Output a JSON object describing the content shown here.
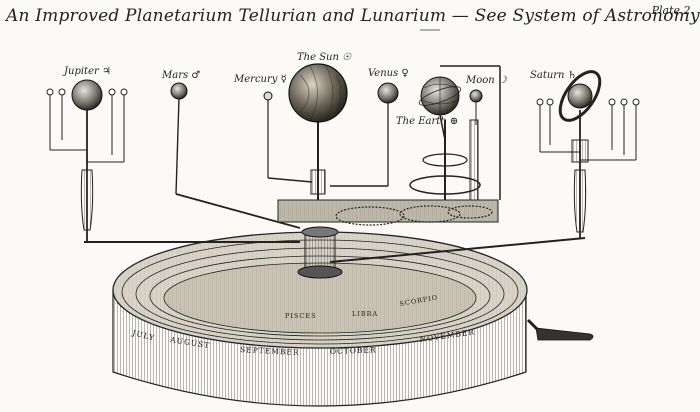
{
  "title": "An Improved Planetarium Tellurian and Lunarium — See System of Astronomy",
  "plate": "Plate 2.",
  "labels": {
    "jupiter": "Jupiter ♃",
    "mars": "Mars ♂",
    "mercury": "Mercury ☿",
    "sun": "The Sun ☉",
    "venus": "Venus ♀",
    "moon": "Moon ☽",
    "earth": "The Earth ⊕",
    "saturn": "Saturn ♄"
  },
  "dial": {
    "months": [
      "JULY",
      "AUGUST",
      "SEPTEMBER",
      "OCTOBER",
      "NOVEMBER"
    ],
    "zodiac_fragments": [
      "PISCES",
      "LIBRA",
      "SCORPIO"
    ]
  }
}
